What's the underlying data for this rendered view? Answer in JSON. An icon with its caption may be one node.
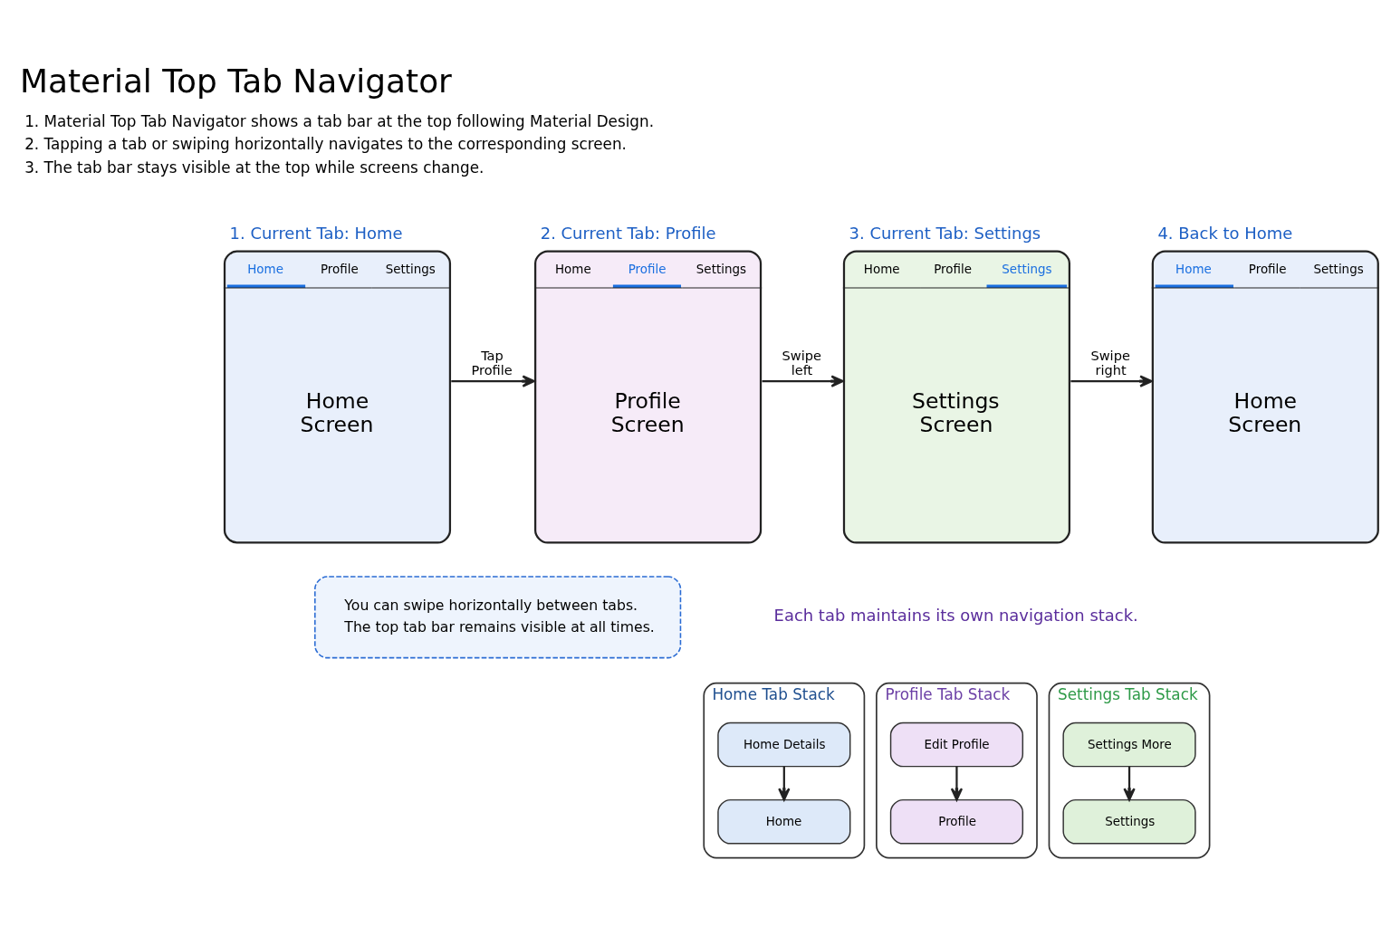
{
  "diagram": {
    "title": "Material Top Tab Navigator",
    "nodes": [
      {
        "text": [
          "1. Current Tab: Home",
          "Home",
          "Profile",
          "Settings",
          "Home Screen"
        ]
      },
      {
        "text": [
          "2. Current Tab: Profile",
          "Home",
          "Profile",
          "Settings",
          "Profile Screen"
        ]
      },
      {
        "text": [
          "3. Current Tab: Settings",
          "Home",
          "Profile",
          "Settings",
          "Settings Screen"
        ]
      },
      {
        "text": [
          "4. Back to Home",
          "Home",
          "Profile",
          "Settings",
          "Home Screen"
        ]
      },
      {
        "text": [
          "You can swipe horizontally between tabs.",
          "The top tab bar remains visible at all times."
        ]
      },
      {
        "text": [
          "Home Tab Stack"
        ]
      },
      {
        "text": [
          "Home Details"
        ],
        "in": 5
      },
      {
        "text": [
          "Home"
        ],
        "in": 5
      },
      {
        "text": [
          "Profile Tab Stack"
        ]
      },
      {
        "text": [
          "Edit Profile"
        ],
        "in": 8
      },
      {
        "text": [
          "Profile"
        ],
        "in": 8
      },
      {
        "text": [
          "Settings Tab Stack"
        ]
      },
      {
        "text": [
          "Settings More"
        ],
        "in": 11
      },
      {
        "text": [
          "Settings"
        ],
        "in": 11
      }
    ],
    "edges": [
      {
        "from": 0,
        "to": 1,
        "arrow": "to",
        "label": "Tap Profile"
      },
      {
        "from": 1,
        "to": 2,
        "arrow": "to",
        "label": "Swipe left"
      },
      {
        "from": 2,
        "to": 3,
        "arrow": "to",
        "label": "Swipe right"
      },
      {
        "from": 6,
        "to": 7,
        "arrow": "to"
      },
      {
        "from": 9,
        "to": 10,
        "arrow": "to"
      },
      {
        "from": 12,
        "to": 13,
        "arrow": "to"
      }
    ],
    "labels": [
      "1. Material Top Tab Navigator shows a tab bar at the top following Material Design.",
      "2. Tapping a tab or swiping horizontally navigates to the corresponding screen.",
      "3. The tab bar stays visible at the top while screens change.",
      "Each tab maintains its own navigation stack."
    ]
  }
}
